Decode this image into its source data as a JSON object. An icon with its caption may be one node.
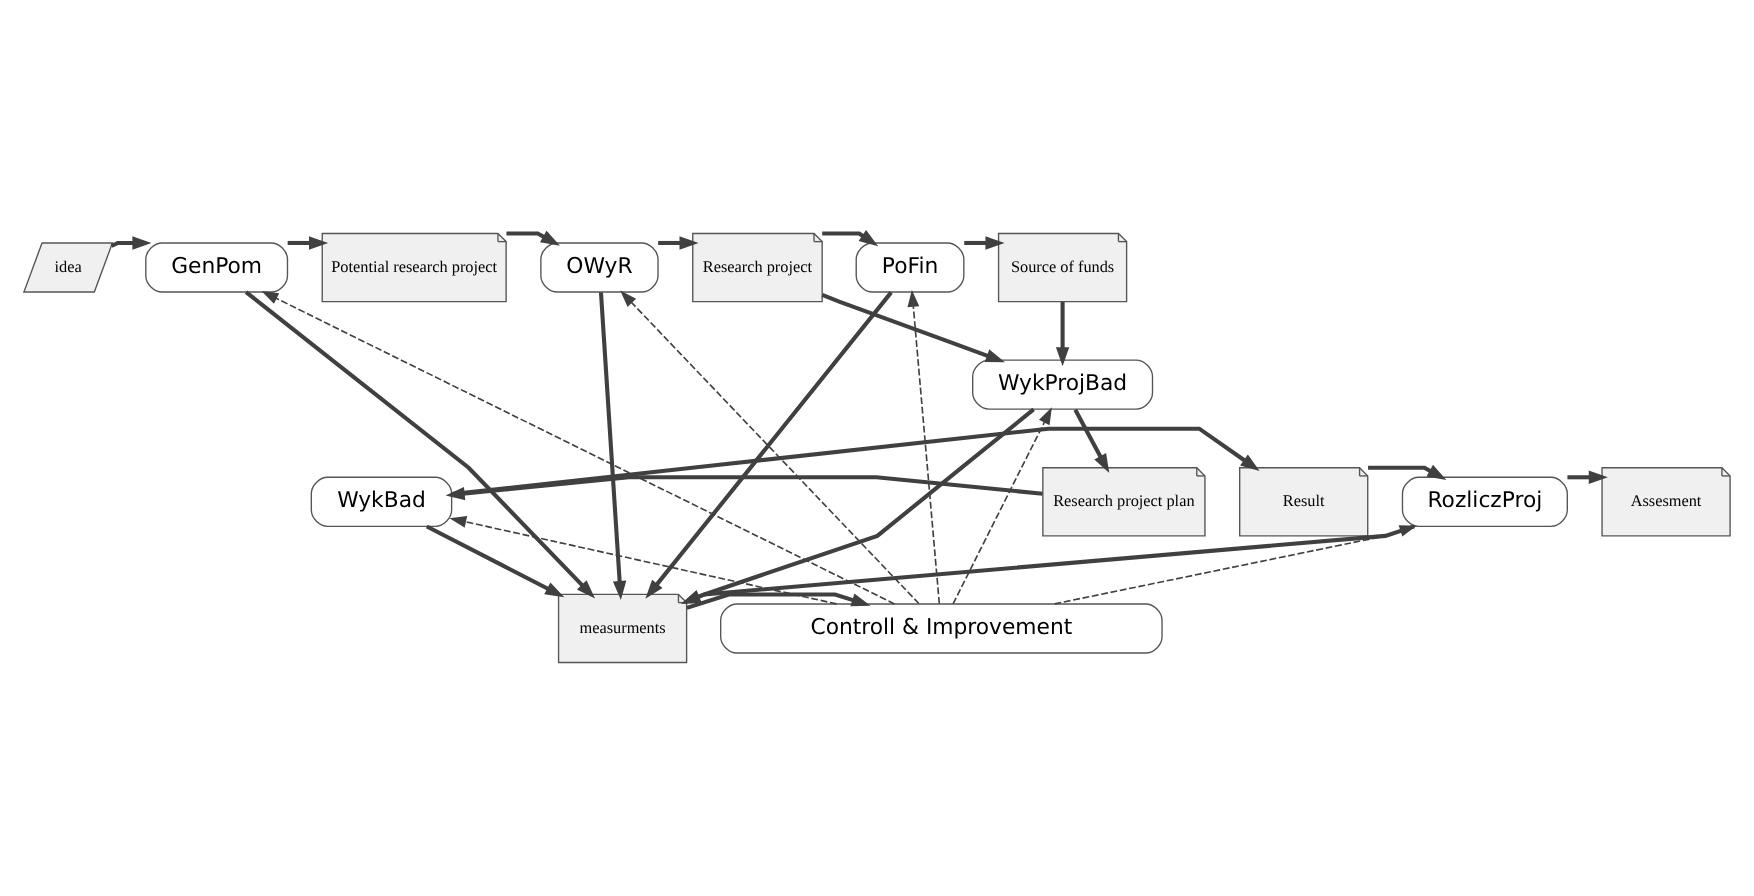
{
  "diagram": {
    "nodes": [
      {
        "text": [
          "idea"
        ]
      },
      {
        "text": [
          "GenPom"
        ]
      },
      {
        "text": [
          "Potential research project"
        ]
      },
      {
        "text": [
          "OWyR"
        ]
      },
      {
        "text": [
          "Research project"
        ]
      },
      {
        "text": [
          "PoFin"
        ]
      },
      {
        "text": [
          "Source of funds"
        ]
      },
      {
        "text": [
          "WykProjBad"
        ]
      },
      {
        "text": [
          "Research project plan"
        ]
      },
      {
        "text": [
          "WykBad"
        ]
      },
      {
        "text": [
          "Result"
        ]
      },
      {
        "text": [
          "RozliczProj"
        ]
      },
      {
        "text": [
          "Assesment"
        ]
      },
      {
        "text": [
          "measurments"
        ]
      },
      {
        "text": [
          "Controll & Improvement"
        ]
      }
    ],
    "edges": [
      {
        "from": 0,
        "to": 1,
        "arrow": "to"
      },
      {
        "from": 1,
        "to": 2,
        "arrow": "to"
      },
      {
        "from": 2,
        "to": 3,
        "arrow": "to"
      },
      {
        "from": 3,
        "to": 4,
        "arrow": "to"
      },
      {
        "from": 4,
        "to": 5,
        "arrow": "to"
      },
      {
        "from": 5,
        "to": 6,
        "arrow": "to"
      },
      {
        "from": 4,
        "to": 7,
        "arrow": "to"
      },
      {
        "from": 6,
        "to": 7,
        "arrow": "to"
      },
      {
        "from": 7,
        "to": 8,
        "arrow": "to"
      },
      {
        "from": 8,
        "to": 9,
        "arrow": "to"
      },
      {
        "from": 9,
        "to": 10,
        "arrow": "to"
      },
      {
        "from": 10,
        "to": 11,
        "arrow": "to"
      },
      {
        "from": 11,
        "to": 12,
        "arrow": "to"
      },
      {
        "from": 1,
        "to": 13,
        "arrow": "to"
      },
      {
        "from": 3,
        "to": 13,
        "arrow": "to"
      },
      {
        "from": 5,
        "to": 13,
        "arrow": "to"
      },
      {
        "from": 7,
        "to": 13,
        "arrow": "to"
      },
      {
        "from": 9,
        "to": 13,
        "arrow": "to"
      },
      {
        "from": 11,
        "to": 13,
        "arrow": "to"
      },
      {
        "from": 13,
        "to": 14,
        "arrow": "to"
      },
      {
        "from": 14,
        "to": 1,
        "arrow": "to",
        "style": "dashed"
      },
      {
        "from": 14,
        "to": 3,
        "arrow": "to",
        "style": "dashed"
      },
      {
        "from": 14,
        "to": 5,
        "arrow": "to",
        "style": "dashed"
      },
      {
        "from": 14,
        "to": 7,
        "arrow": "to",
        "style": "dashed"
      },
      {
        "from": 14,
        "to": 9,
        "arrow": "to",
        "style": "dashed"
      },
      {
        "from": 14,
        "to": 11,
        "arrow": "to",
        "style": "dashed"
      }
    ]
  }
}
